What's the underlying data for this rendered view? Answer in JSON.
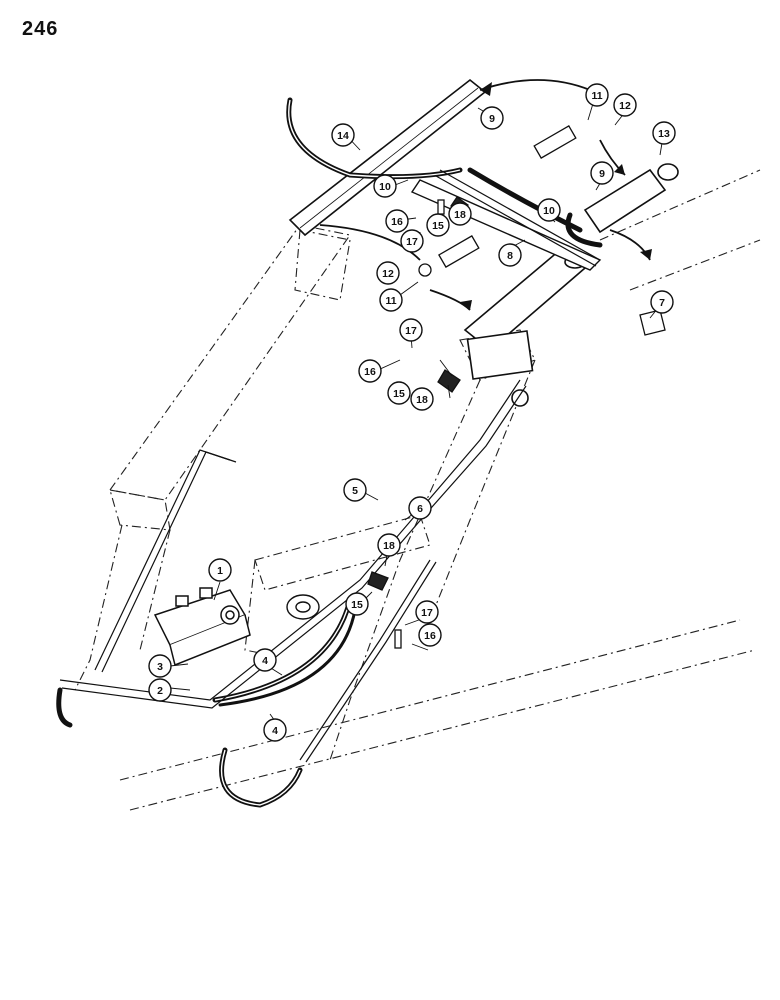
{
  "page_number": "246",
  "callouts": [
    {
      "id": "c1",
      "label": "1"
    },
    {
      "id": "c2",
      "label": "2"
    },
    {
      "id": "c3",
      "label": "3"
    },
    {
      "id": "c4a",
      "label": "4"
    },
    {
      "id": "c4b",
      "label": "4"
    },
    {
      "id": "c5",
      "label": "5"
    },
    {
      "id": "c6",
      "label": "6"
    },
    {
      "id": "c7",
      "label": "7"
    },
    {
      "id": "c8",
      "label": "8"
    },
    {
      "id": "c9a",
      "label": "9"
    },
    {
      "id": "c9b",
      "label": "9"
    },
    {
      "id": "c10a",
      "label": "10"
    },
    {
      "id": "c10b",
      "label": "10"
    },
    {
      "id": "c11a",
      "label": "11"
    },
    {
      "id": "c11b",
      "label": "11"
    },
    {
      "id": "c12a",
      "label": "12"
    },
    {
      "id": "c12b",
      "label": "12"
    },
    {
      "id": "c13",
      "label": "13"
    },
    {
      "id": "c14",
      "label": "14"
    },
    {
      "id": "c15a",
      "label": "15"
    },
    {
      "id": "c15b",
      "label": "15"
    },
    {
      "id": "c15c",
      "label": "15"
    },
    {
      "id": "c16a",
      "label": "16"
    },
    {
      "id": "c16b",
      "label": "16"
    },
    {
      "id": "c16c",
      "label": "16"
    },
    {
      "id": "c17a",
      "label": "17"
    },
    {
      "id": "c17b",
      "label": "17"
    },
    {
      "id": "c17c",
      "label": "17"
    },
    {
      "id": "c18a",
      "label": "18"
    },
    {
      "id": "c18b",
      "label": "18"
    },
    {
      "id": "c18c",
      "label": "18"
    }
  ]
}
